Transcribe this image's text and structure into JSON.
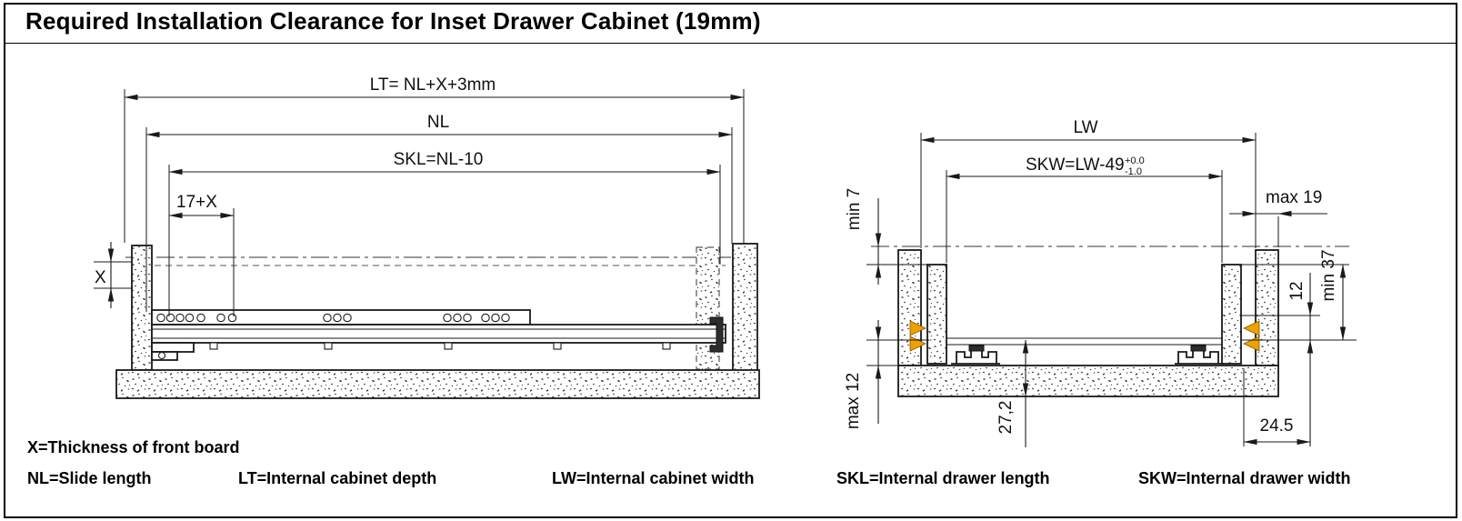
{
  "title": "Required Installation Clearance for Inset Drawer Cabinet (19mm)",
  "side_view": {
    "dim_lt": "LT= NL+X+3mm",
    "dim_nl": "NL",
    "dim_skl": "SKL=NL-10",
    "dim_17x": "17+X",
    "dim_x": "X"
  },
  "front_view": {
    "dim_lw": "LW",
    "dim_skw": "SKW=LW-49",
    "skw_tol_plus": "+0.0",
    "skw_tol_minus": "-1.0",
    "dim_min7": "min 7",
    "dim_max19": "max 19",
    "dim_12": "12",
    "dim_min37": "min 37",
    "dim_max12": "max 12",
    "dim_272": "27,2",
    "dim_245": "24.5"
  },
  "legend": {
    "x": "X=Thickness of front board",
    "nl": "NL=Slide length",
    "lt": "LT=Internal cabinet depth",
    "lw": "LW=Internal cabinet width",
    "skl": "SKL=Internal drawer length",
    "skw": "SKW=Internal drawer width"
  },
  "colors": {
    "arrow_accent": "#f0a000",
    "line": "#1a1a1a"
  }
}
